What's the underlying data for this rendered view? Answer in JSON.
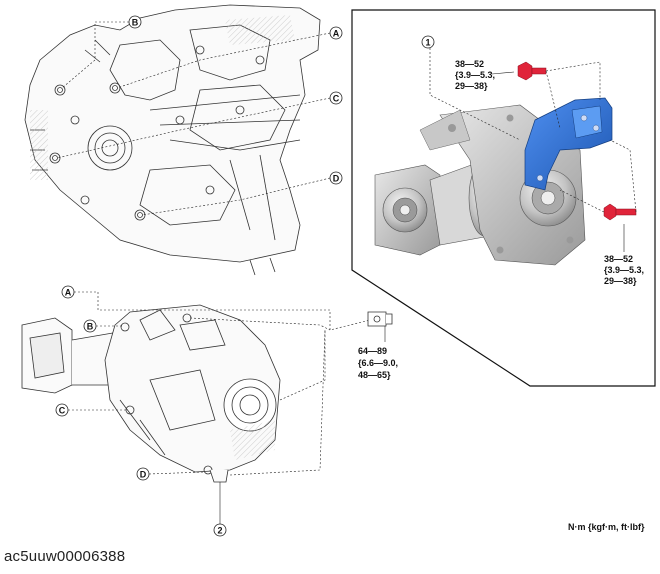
{
  "figure": {
    "doc_id": "ac5uuw00006388",
    "units_note": "N·m {kgf·m, ft·lbf}",
    "callouts": {
      "A": "A",
      "B": "B",
      "C": "C",
      "D": "D"
    },
    "parts": {
      "p1": "1",
      "p2": "2"
    },
    "torque_inset": [
      "38—52",
      "{3.9—5.3,",
      "29—38}"
    ],
    "torque_inset_lower": [
      "38—52",
      "{3.9—5.3,",
      "29—38}"
    ],
    "torque_mount": [
      "64—89",
      "{6.6—9.0,",
      "48—65}"
    ],
    "colors": {
      "bracket_blue": "#2f6fd0",
      "bolt_red": "#e0243a",
      "line": "#222222",
      "light_gray": "#cfcfcf"
    }
  }
}
